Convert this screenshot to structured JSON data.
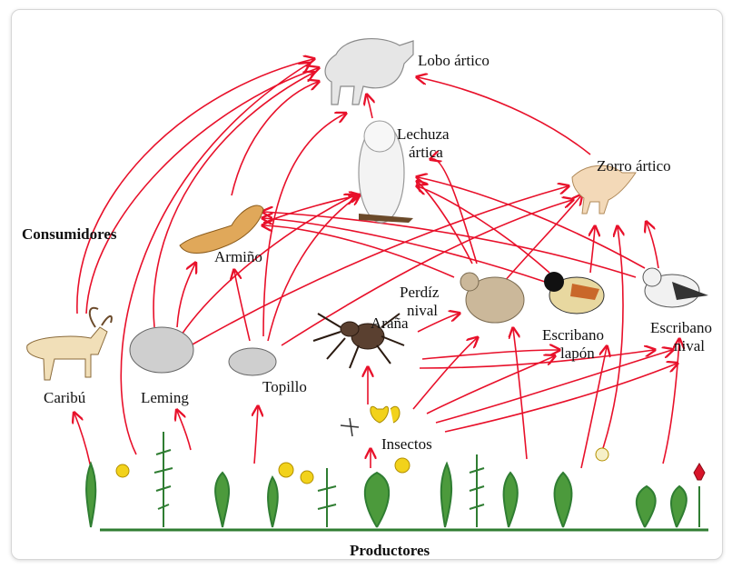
{
  "labels": {
    "lobo": "Lobo ártico",
    "lechuza_1": "Lechuza",
    "lechuza_2": "ártica",
    "zorro": "Zorro ártico",
    "armino": "Armiño",
    "consumidores": "Consumidores",
    "perdiz_1": "Perdíz",
    "perdiz_2": "nival",
    "arana": "Araña",
    "escribano_lapon_1": "Escribano",
    "escribano_lapon_2": "lapón",
    "escribano_nival_1": "Escribano",
    "escribano_nival_2": "nival",
    "caribu": "Caribú",
    "leming": "Leming",
    "topillo": "Topillo",
    "insectos": "Insectos",
    "productores": "Productores"
  },
  "colors": {
    "arrow": "#e8102a",
    "plant": "#2f7d32",
    "flower_yellow": "#f2d21b",
    "flower_red": "#d8142a",
    "text": "#111111"
  }
}
